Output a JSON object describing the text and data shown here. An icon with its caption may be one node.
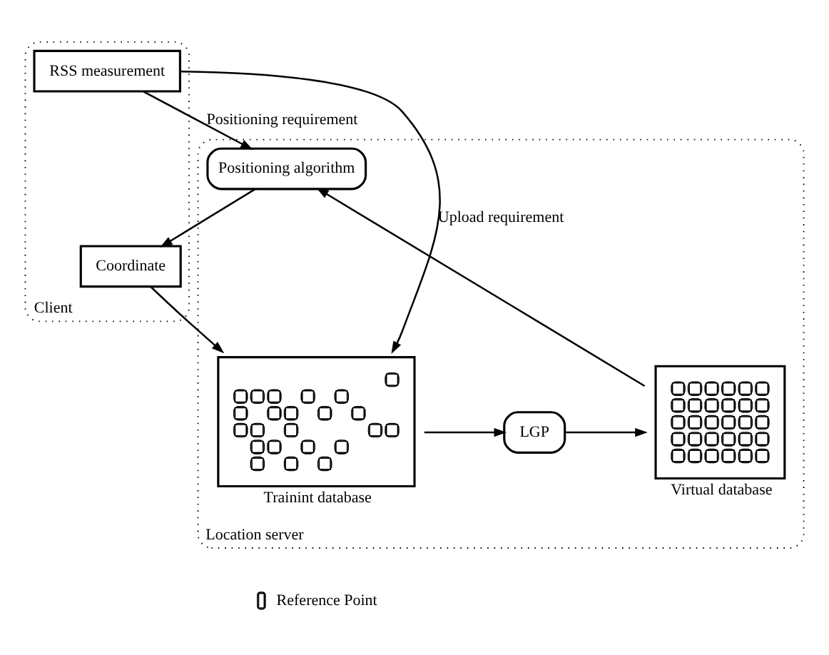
{
  "diagram": {
    "nodes": [
      {
        "text": [
          "Client"
        ]
      },
      {
        "text": [
          "RSS measurement"
        ],
        "in": 0
      },
      {
        "text": [
          "Coordinate"
        ],
        "in": 0
      },
      {
        "text": [
          "Location server"
        ]
      },
      {
        "text": [
          "Positioning algorithm"
        ],
        "in": 3
      },
      {
        "text": [
          "Trainint database"
        ],
        "in": 3
      },
      {
        "text": [
          "LGP"
        ],
        "in": 3
      },
      {
        "text": [
          "Virtual database"
        ],
        "in": 3
      }
    ],
    "edges": [
      {
        "from": 1,
        "to": 5,
        "arrow": "to",
        "label": "Upload requirement"
      },
      {
        "from": 2,
        "to": 5,
        "arrow": "to"
      },
      {
        "from": 1,
        "to": 4,
        "arrow": "to",
        "label": "Positioning requirement"
      },
      {
        "from": 4,
        "to": 2,
        "arrow": "to"
      },
      {
        "from": 5,
        "to": 6,
        "arrow": "to"
      },
      {
        "from": 6,
        "to": 7,
        "arrow": "to"
      },
      {
        "from": 7,
        "to": 4,
        "arrow": "to"
      }
    ],
    "legend": [
      {
        "text": "Reference Point"
      }
    ]
  }
}
